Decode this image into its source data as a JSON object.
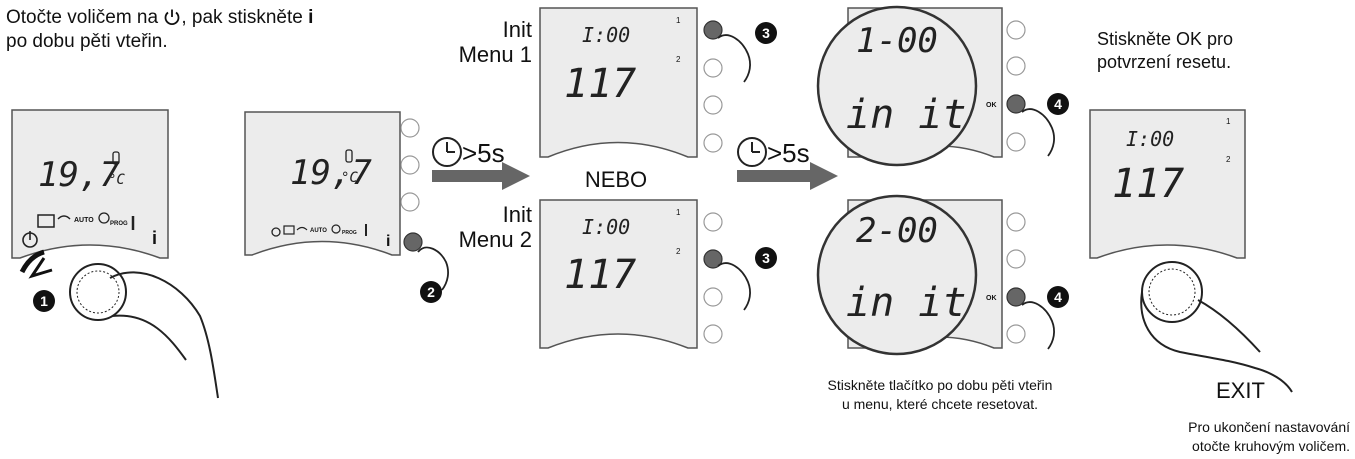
{
  "instructions": {
    "step1_line1_a": "Otočte voličem na",
    "step1_line1_b": ", pak stiskněte",
    "step1_line2": "po dobu pěti vteřin.",
    "confirm_line1": "Stiskněte OK pro",
    "confirm_line2": "potvrzení resetu.",
    "menu_note_line1": "Stiskněte tlačítko po dobu pěti vteřin",
    "menu_note_line2": "u menu, které chcete resetovat.",
    "exit_note_line1": "Pro ukončení nastavování",
    "exit_note_line2": "otočte kruhovým voličem."
  },
  "labels": {
    "info_key": "i",
    "init_menu1_top": "Init",
    "init_menu1_bottom": "Menu 1",
    "init_menu2_top": "Init",
    "init_menu2_bottom": "Menu 2",
    "nebo": "NEBO",
    "timer1": ">5s",
    "timer2": ">5s",
    "ok_key1": "OK",
    "ok_key2": "OK",
    "exit": "EXIT",
    "mode_auto": "AUTO",
    "mode_prog": "PROG"
  },
  "steps": {
    "s1": "1",
    "s2": "2",
    "s3a": "3",
    "s3b": "3",
    "s4a": "4",
    "s4b": "4"
  },
  "displays": {
    "temp_a": "19,7",
    "temp_unit_a": "°C",
    "temp_b": "19,7",
    "temp_unit_b": "°C",
    "menu1_top": "I:00",
    "menu1_bottom": "117",
    "menu1_slot1": "1",
    "menu1_slot2": "2",
    "menu2_top": "I:00",
    "menu2_bottom": "117",
    "menu2_slot1": "1",
    "menu2_slot2": "2",
    "zoom1_top": "1-00",
    "zoom1_bottom": "in it",
    "zoom2_top": "2-00",
    "zoom2_bottom": "in it",
    "final_top": "I:00",
    "final_bottom": "117",
    "final_slot1": "1",
    "final_slot2": "2"
  },
  "icons": [
    "power-icon",
    "suitcase-icon",
    "sun-icon",
    "clock-icon",
    "thermometer-icon",
    "timer-icon",
    "arrow-right-icon",
    "hand-icon",
    "dial-icon"
  ],
  "colors": {
    "panel_fill": "#ececec",
    "panel_stroke": "#555555",
    "arrow": "#666666",
    "badge": "#111111",
    "button": "#666666"
  }
}
